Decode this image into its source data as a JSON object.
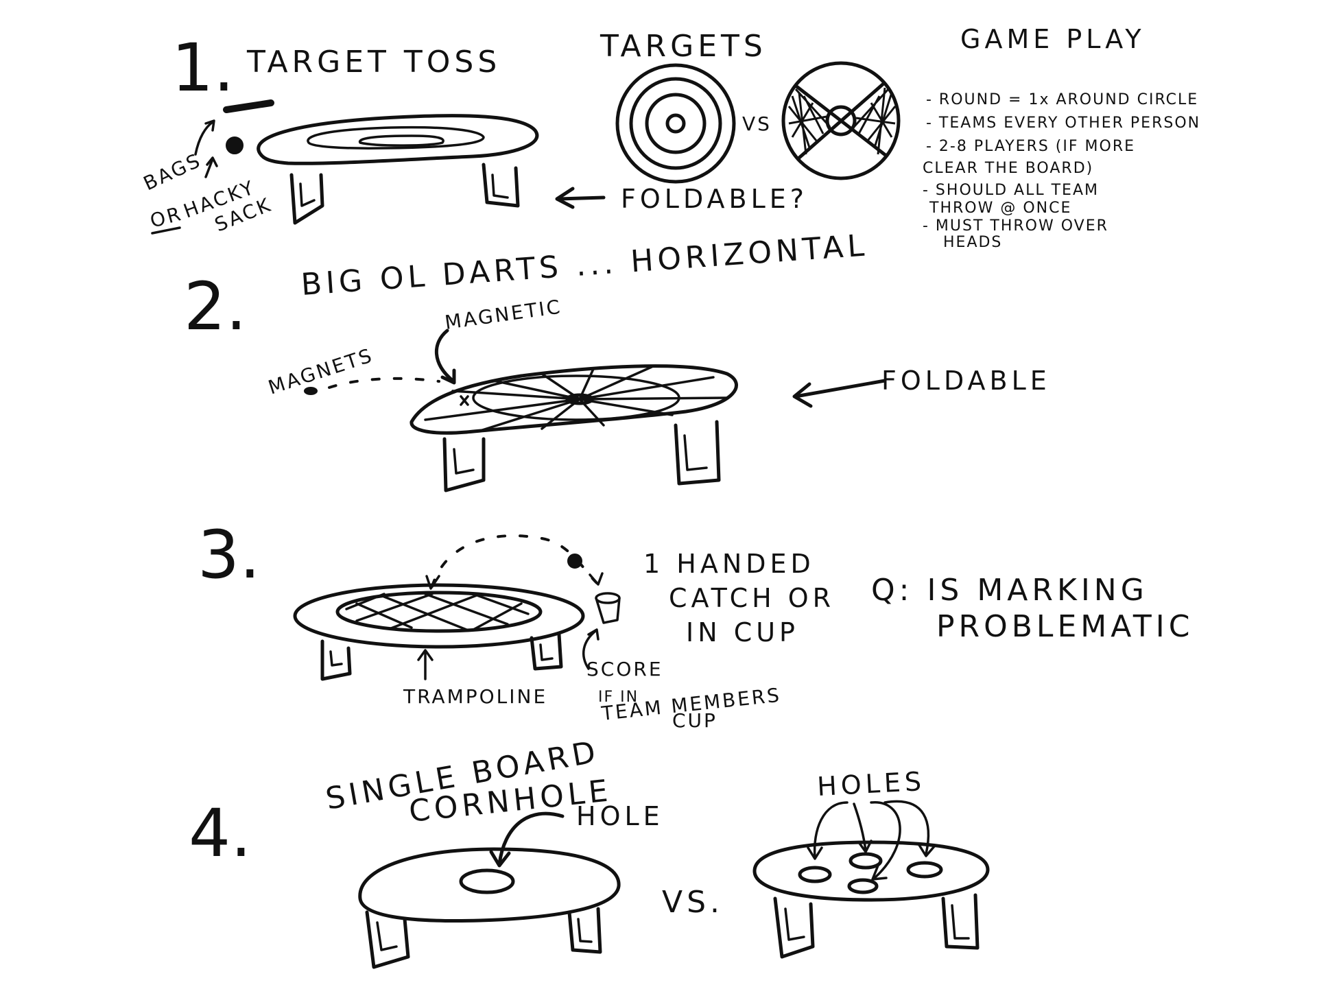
{
  "section1": {
    "number": "1.",
    "title": "TARGET TOSS",
    "targets_heading": "TARGETS",
    "vs": "VS",
    "foldable": "FOLDABLE?",
    "bags": "BAGS",
    "or": "OR",
    "hacky": "HACKY",
    "sack": "SACK",
    "game_play": {
      "heading": "GAME PLAY",
      "lines": [
        "- ROUND = 1x AROUND CIRCLE",
        "- TEAMS EVERY OTHER PERSON",
        "- 2-8 PLAYERS (IF MORE",
        "CLEAR THE BOARD)",
        "- SHOULD ALL TEAM",
        "THROW @ ONCE",
        "- MUST THROW OVER",
        "HEADS"
      ]
    }
  },
  "section2": {
    "number": "2.",
    "title": "BIG OL DARTS ... HORIZONTAL",
    "magnetic": "MAGNETIC",
    "magnets": "MAGNETS",
    "foldable": "FOLDABLE"
  },
  "section3": {
    "number": "3.",
    "catch_lines": [
      "1 HANDED",
      "CATCH OR",
      "IN CUP"
    ],
    "question_lines": [
      "Q: IS MARKING",
      "PROBLEMATIC"
    ],
    "trampoline": "TRAMPOLINE",
    "score_lines": [
      "SCORE",
      "IF IN",
      "TEAM MEMBERS",
      "CUP"
    ]
  },
  "section4": {
    "number": "4.",
    "title_lines": [
      "SINGLE BOARD",
      "CORNHOLE"
    ],
    "hole": "HOLE",
    "vs": "VS.",
    "holes": "HOLES"
  }
}
